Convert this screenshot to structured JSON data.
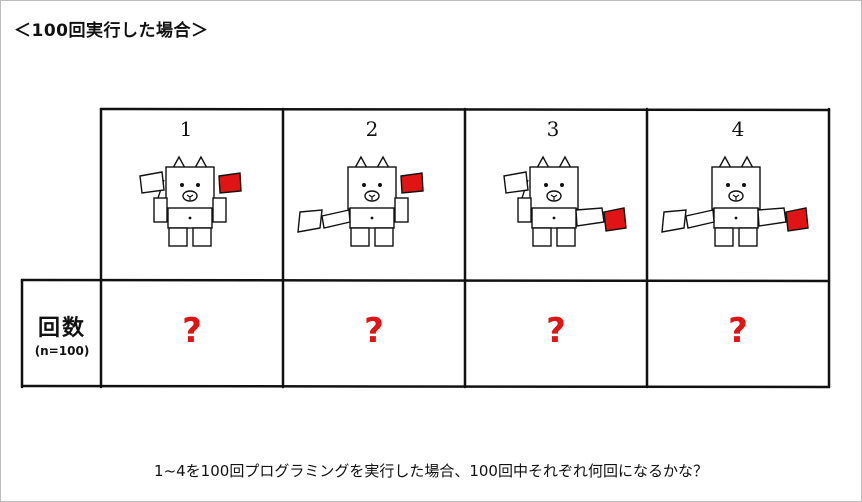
{
  "title": "＜100回実行した場合＞",
  "columns": [
    {
      "number": "1",
      "left_arm": "up",
      "right_arm": "up"
    },
    {
      "number": "2",
      "left_arm": "out",
      "right_arm": "up"
    },
    {
      "number": "3",
      "left_arm": "up",
      "right_arm": "out"
    },
    {
      "number": "4",
      "left_arm": "out",
      "right_arm": "out"
    }
  ],
  "row_label": {
    "main": "回数",
    "sub": "(n=100)"
  },
  "answers": [
    "?",
    "?",
    "?",
    "?"
  ],
  "question": "1~4を100回プログラミングを実行した場合、100回中それぞれ何回になるかな？",
  "colors": {
    "flag_red": "#e01414",
    "answer": "#e01414",
    "line": "#111111"
  }
}
